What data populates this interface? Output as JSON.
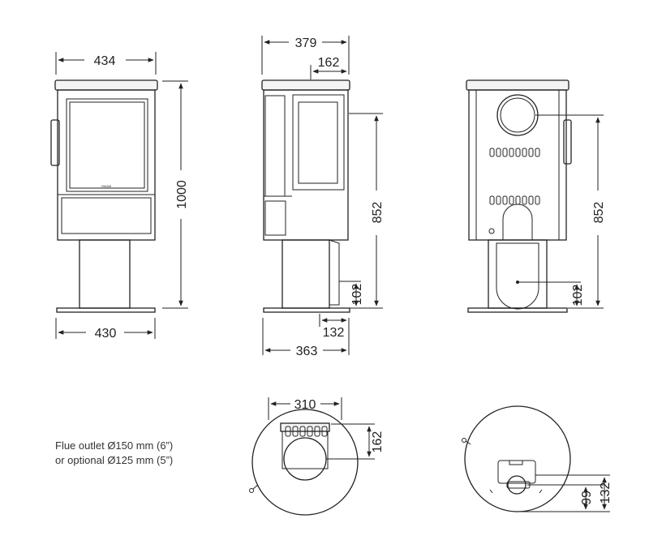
{
  "dimensions": {
    "front_width_top": "434",
    "front_width_base": "430",
    "front_height": "1000",
    "side_depth": "379",
    "side_flue_offset": "162",
    "side_flue_height": "852",
    "side_inlet_height": "102",
    "side_inlet_offset": "132",
    "side_base_depth": "363",
    "rear_flue_height": "852",
    "rear_inlet_height": "102",
    "top_width": "310",
    "top_flue_depth": "162",
    "bottom_inlet_a": "99",
    "bottom_inlet_b": "132"
  },
  "logo_text": "HWAM",
  "note": {
    "line1": "Flue outlet Ø150 mm (6”)",
    "line2": "or optional Ø125 mm (5”)"
  }
}
